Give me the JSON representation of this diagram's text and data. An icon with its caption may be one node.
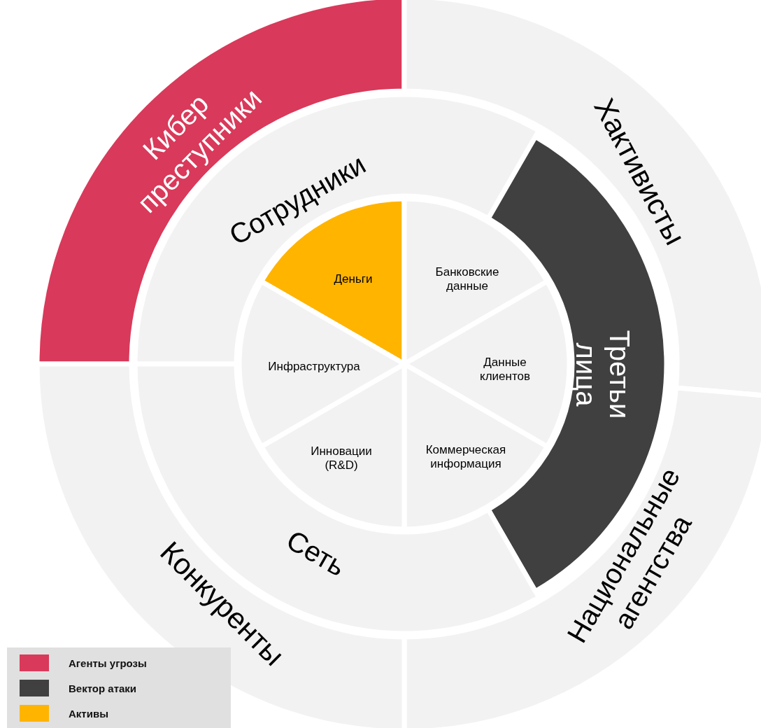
{
  "diagram": {
    "nodes": [
      {
        "text": [
          "Кибер преступники"
        ]
      },
      {
        "text": [
          "Хактивисты"
        ]
      },
      {
        "text": [
          "Национальные агентства"
        ]
      },
      {
        "text": [
          "Конкуренты"
        ]
      },
      {
        "text": [
          "Сотрудники"
        ]
      },
      {
        "text": [
          "Третьи лица"
        ]
      },
      {
        "text": [
          "Сеть"
        ]
      },
      {
        "text": [
          "Деньги"
        ]
      },
      {
        "text": [
          "Банковские данные"
        ]
      },
      {
        "text": [
          "Данные клиентов"
        ]
      },
      {
        "text": [
          "Коммерческая информация"
        ]
      },
      {
        "text": [
          "Инновации (R&D)"
        ]
      },
      {
        "text": [
          "Инфраструктура"
        ]
      }
    ],
    "legend": [
      {
        "text": "Агенты угрозы",
        "color": "#d9395a"
      },
      {
        "text": "Вектор атаки",
        "color": "#404040"
      },
      {
        "text": "Активы",
        "color": "#ffb400"
      }
    ]
  }
}
